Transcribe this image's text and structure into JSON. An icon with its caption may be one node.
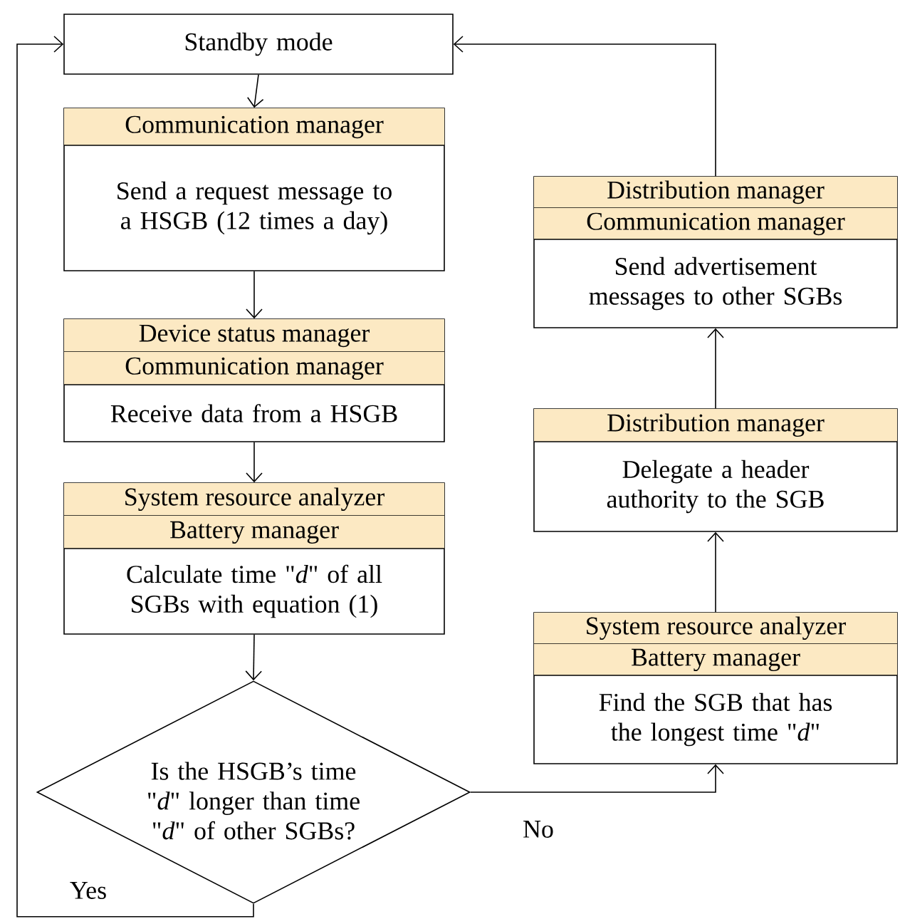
{
  "diagram": {
    "nodes": [
      {
        "text": [
          "Standby mode"
        ]
      },
      {
        "text": [
          "Communication manager",
          "Send a request message to a HSGB (12 times a day)"
        ]
      },
      {
        "text": [
          "Device status manager",
          "Communication manager",
          "Receive data from a HSGB"
        ]
      },
      {
        "text": [
          "System resource analyzer",
          "Battery manager",
          "Calculate time \"*d*\" of all SGBs with equation (1)"
        ]
      },
      {
        "text": [
          "Is the HSGB’s time \"*d*\" longer than time \"*d*\" of other SGBs?"
        ]
      },
      {
        "text": [
          "System resource analyzer",
          "Battery manager",
          "Find the SGB that has the longest time \"*d*\""
        ]
      },
      {
        "text": [
          "Distribution manager",
          "Delegate a header authority to the SGB"
        ]
      },
      {
        "text": [
          "Distribution manager",
          "Communication manager",
          "Send advertisement messages to other SGBs"
        ]
      }
    ],
    "edges": [
      {
        "from": 0,
        "to": 1,
        "arrow": "to"
      },
      {
        "from": 1,
        "to": 2,
        "arrow": "to"
      },
      {
        "from": 2,
        "to": 3,
        "arrow": "to"
      },
      {
        "from": 3,
        "to": 4,
        "arrow": "to"
      },
      {
        "from": 4,
        "to": 5,
        "arrow": "to",
        "label": "No"
      },
      {
        "from": 5,
        "to": 6,
        "arrow": "to"
      },
      {
        "from": 6,
        "to": 7,
        "arrow": "to"
      },
      {
        "from": 7,
        "to": 0,
        "arrow": "to"
      },
      {
        "from": 4,
        "to": 0,
        "arrow": "to",
        "label": "Yes"
      }
    ]
  }
}
